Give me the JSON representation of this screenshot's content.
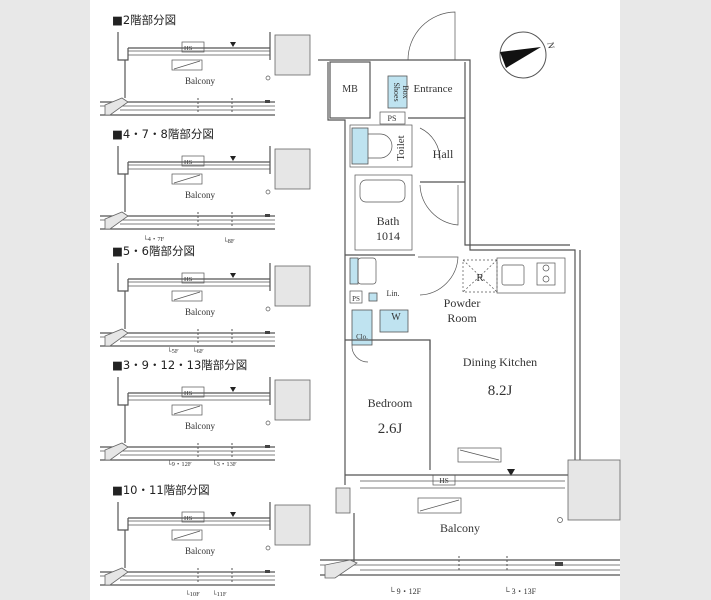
{
  "partial_plans": [
    {
      "heading": "■2階部分図",
      "hs": "HS",
      "balcony": "Balcony",
      "floors": []
    },
    {
      "heading": "■4・7・8階部分図",
      "hs": "HS",
      "balcony": "Balcony",
      "floors": [
        "└4・7F",
        "└8F"
      ]
    },
    {
      "heading": "■5・6階部分図",
      "hs": "HS",
      "balcony": "Balcony",
      "floors": [
        "└5F",
        "└6F"
      ]
    },
    {
      "heading": "■3・9・12・13階部分図",
      "hs": "HS",
      "balcony": "Balcony",
      "floors": [
        "└9・12F",
        "└3・13F"
      ]
    },
    {
      "heading": "■10・11階部分図",
      "hs": "HS",
      "balcony": "Balcony",
      "floors": [
        "└10F",
        "└11F"
      ]
    }
  ],
  "main_plan": {
    "rooms": {
      "mb": "MB",
      "shoes_box_1": "Shoes",
      "shoes_box_2": "Box",
      "entrance": "Entrance",
      "ps_top": "PS",
      "toilet": "Toilet",
      "hall": "Hall",
      "bath": "Bath",
      "bath_size": "1014",
      "refrigerator": "R",
      "ps_mid": "PS",
      "linen": "Lin.",
      "powder_room_1": "Powder",
      "powder_room_2": "Room",
      "washer": "W",
      "closet": "Clo.",
      "bedroom": "Bedroom",
      "bedroom_size": "2.6J",
      "dining_kitchen": "Dining Kitchen",
      "dining_kitchen_size": "8.2J",
      "hs": "HS",
      "balcony": "Balcony"
    },
    "floor_notes": [
      "└ 9・12F",
      "└ 3・13F"
    ],
    "compass_label": "N"
  },
  "colors": {
    "wet_area": "#bfe3f0",
    "wall": "#555555",
    "background": "#e8e8e8"
  }
}
